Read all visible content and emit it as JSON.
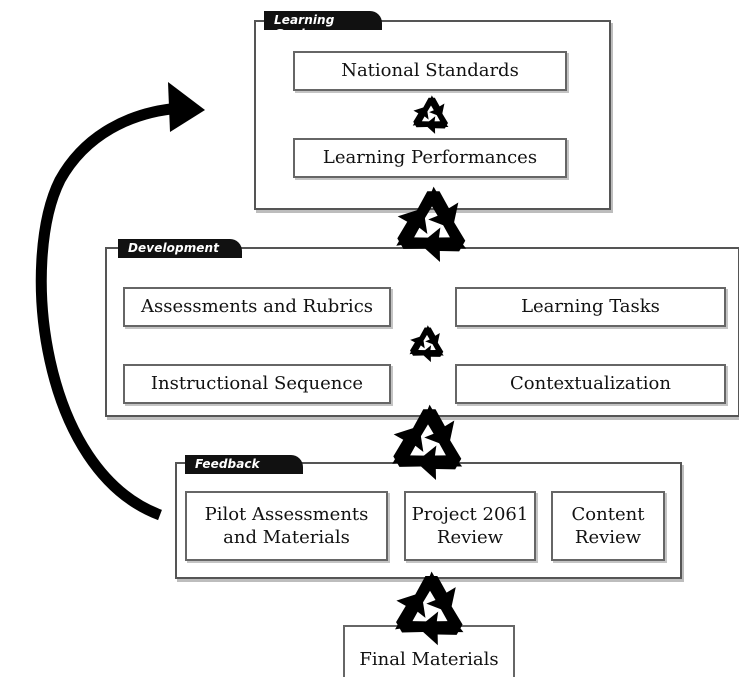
{
  "learning_goals": {
    "title": "Learning Goals",
    "items": [
      "National Standards",
      "Learning Performances"
    ]
  },
  "development": {
    "title": "Development",
    "items": [
      "Assessments and Rubrics",
      "Learning Tasks",
      "Instructional Sequence",
      "Contextualization"
    ]
  },
  "feedback": {
    "title": "Feedback",
    "items": [
      "Pilot Assessments\nand Materials",
      "Project 2061\nReview",
      "Content\nReview"
    ]
  },
  "final": {
    "label": "Final Materials"
  },
  "icons": [
    "recycle-icon",
    "arrow-icon"
  ]
}
